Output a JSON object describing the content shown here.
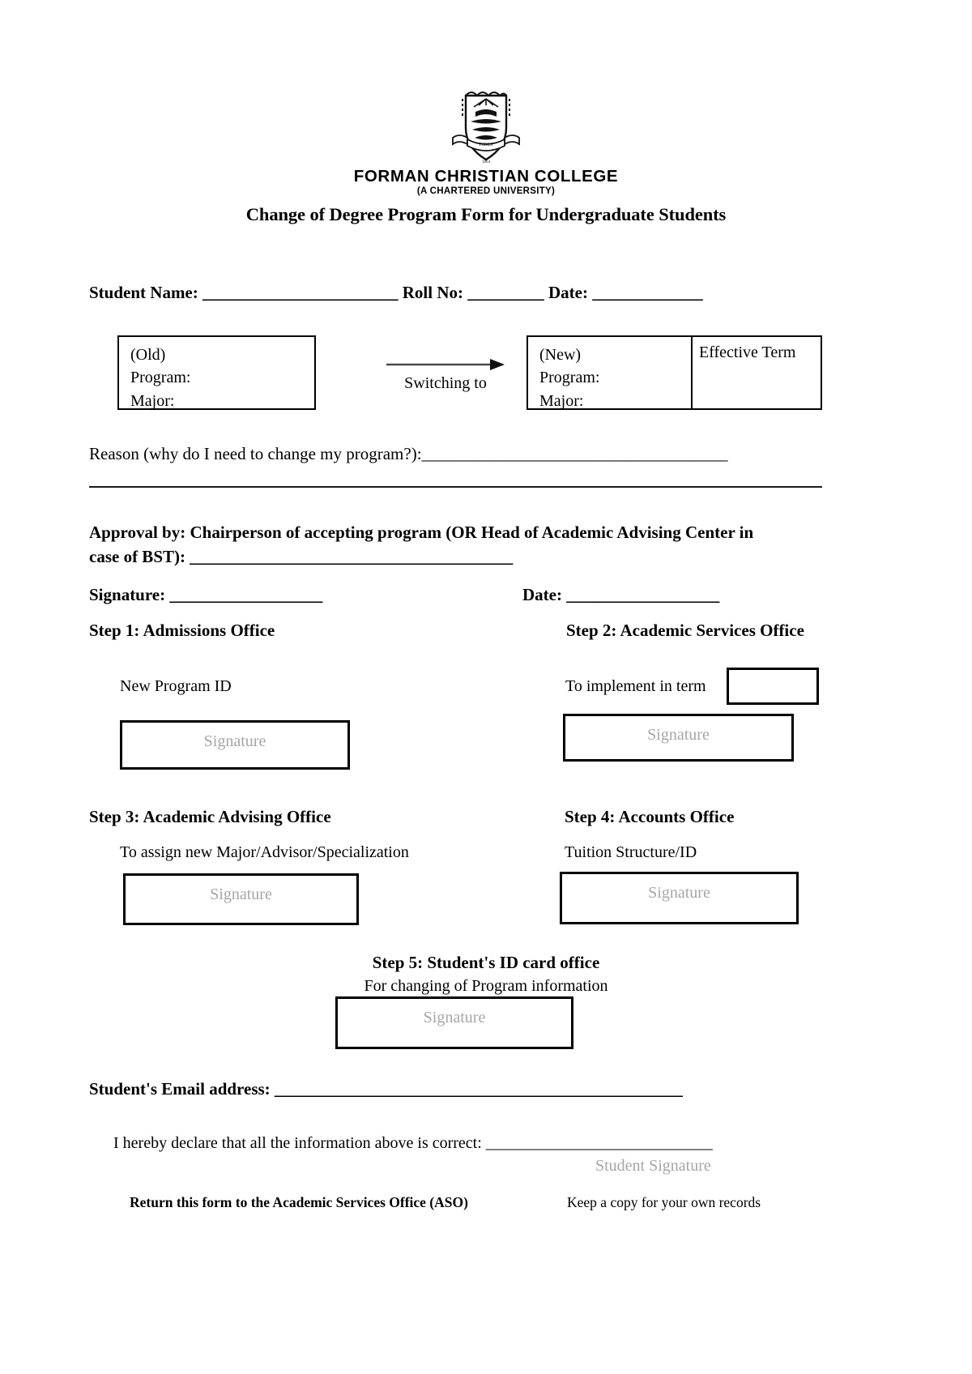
{
  "header": {
    "crest_alt": "college-crest",
    "college_name": "FORMAN CHRISTIAN COLLEGE",
    "college_subtitle": "(A CHARTERED UNIVERSITY)",
    "document_title": "Change of Degree Program Form for Undergraduate Students"
  },
  "student_line": {
    "name_label": "Student Name:",
    "name_value": "_______________________",
    "roll_label": "Roll No:",
    "roll_value": "_________",
    "date_label": "Date:",
    "date_value": "_____________"
  },
  "program_change": {
    "old_box": {
      "heading": "(Old)",
      "program_label": "Program:",
      "major_label": "Major:"
    },
    "switch_label": "Switching to",
    "new_box": {
      "heading": "(New)",
      "program_label": "Program:",
      "major_label": "Major:",
      "effective_term_label": "Effective Term"
    }
  },
  "reason": {
    "label": "Reason (why do I need to change my program?):",
    "value": "____________________________________",
    "second_line": ""
  },
  "approval": {
    "text_line_1": "Approval by: Chairperson of accepting program (OR Head of Academic Advising Center in",
    "text_line_2": "case of BST): ______________________________________",
    "signature_label": "Signature:",
    "signature_value": "__________________",
    "date_label": "Date:",
    "date_value": "__________________"
  },
  "steps": [
    {
      "heading": "Step 1: Admissions Office",
      "sub_label": "New Program ID",
      "signature_placeholder": "Signature"
    },
    {
      "heading": "Step 2: Academic Services Office",
      "sub_label": "To implement in term",
      "signature_placeholder": "Signature"
    },
    {
      "heading": "Step 3: Academic Advising Office",
      "sub_label": "To assign new Major/Advisor/Specialization",
      "signature_placeholder": "Signature"
    },
    {
      "heading": "Step 4: Accounts Office",
      "sub_label": "Tuition Structure/ID",
      "signature_placeholder": "Signature"
    },
    {
      "heading": "Step 5:  Student's ID card office",
      "sub_label": "For changing of Program information",
      "signature_placeholder": "Signature"
    }
  ],
  "footer": {
    "email_label": "Student's Email address:",
    "email_value": "________________________________________________",
    "declaration_label": "I hereby declare that all the information above is correct:",
    "declaration_value": "____________________________",
    "student_signature_placeholder": "Student Signature",
    "return_note": "Return this form to the Academic Services Office (ASO)",
    "copy_note": "Keep a copy for your own records"
  },
  "colors": {
    "ink": "#000000",
    "placeholder_gray": "#a6a6a6",
    "rule": "#1a1a1a"
  }
}
